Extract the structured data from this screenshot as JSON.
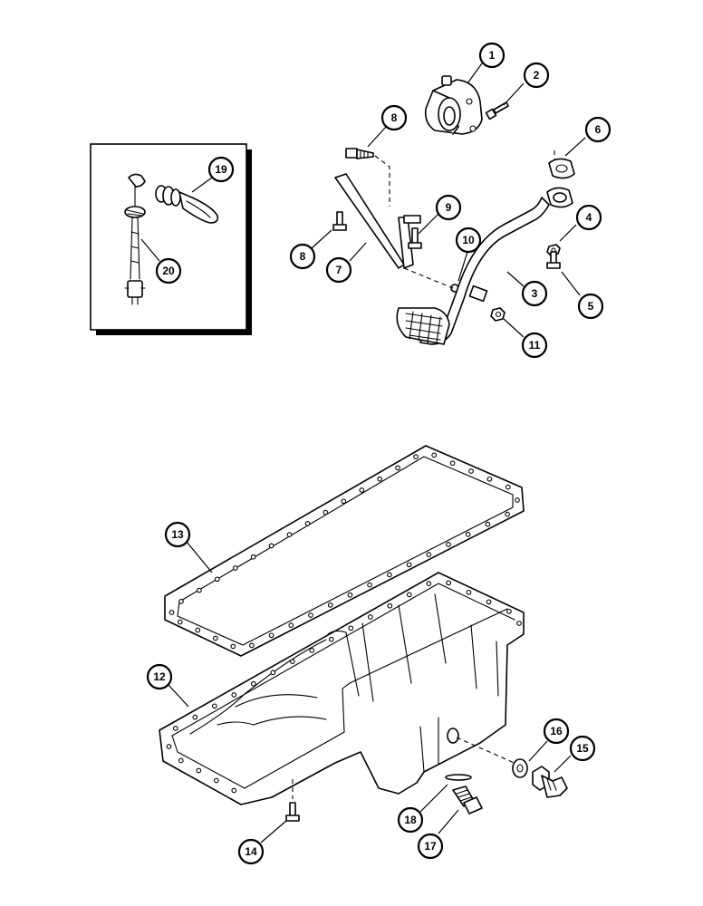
{
  "diagram": {
    "callouts": [
      "1",
      "2",
      "3",
      "4",
      "5",
      "6",
      "7",
      "8",
      "8",
      "9",
      "10",
      "11",
      "12",
      "13",
      "14",
      "15",
      "16",
      "17",
      "18",
      "19",
      "20"
    ]
  },
  "icons": {
    "oil_pump": "oil-pump-icon",
    "dipstick": "dipstick-icon",
    "oil_pan": "oil-pan-icon",
    "gasket": "pan-gasket-icon"
  }
}
